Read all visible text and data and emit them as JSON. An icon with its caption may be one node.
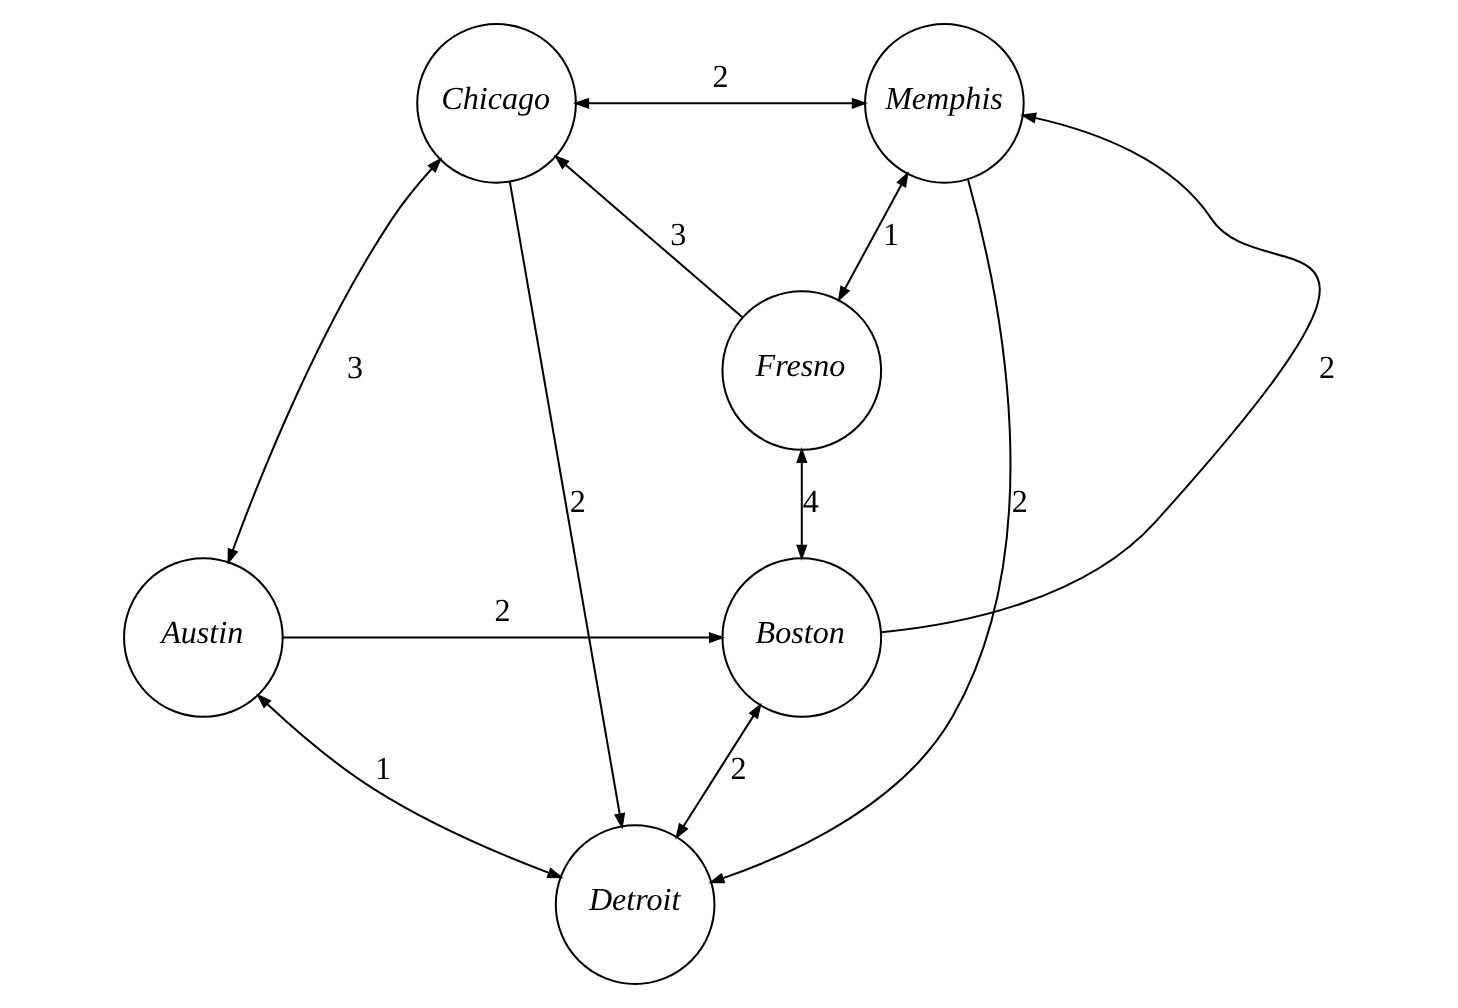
{
  "diagram": {
    "nodes": [
      {
        "text": [
          "Chicago"
        ]
      },
      {
        "text": [
          "Memphis"
        ]
      },
      {
        "text": [
          "Fresno"
        ]
      },
      {
        "text": [
          "Austin"
        ]
      },
      {
        "text": [
          "Boston"
        ]
      },
      {
        "text": [
          "Detroit"
        ]
      }
    ],
    "edges": [
      {
        "from": 0,
        "to": 1,
        "arrow": "both",
        "label": "2"
      },
      {
        "from": 2,
        "to": 0,
        "arrow": "to",
        "label": "3"
      },
      {
        "from": 1,
        "to": 2,
        "arrow": "both",
        "label": "1"
      },
      {
        "from": 0,
        "to": 3,
        "arrow": "both",
        "label": "3"
      },
      {
        "from": 0,
        "to": 5,
        "arrow": "to",
        "label": "2"
      },
      {
        "from": 3,
        "to": 4,
        "arrow": "to",
        "label": "2"
      },
      {
        "from": 2,
        "to": 4,
        "arrow": "both",
        "label": "4"
      },
      {
        "from": 4,
        "to": 1,
        "arrow": "to",
        "label": "2"
      },
      {
        "from": 3,
        "to": 5,
        "arrow": "both",
        "label": "1"
      },
      {
        "from": 4,
        "to": 5,
        "arrow": "both",
        "label": "2"
      },
      {
        "from": 1,
        "to": 5,
        "arrow": "to",
        "label": "2"
      }
    ]
  }
}
